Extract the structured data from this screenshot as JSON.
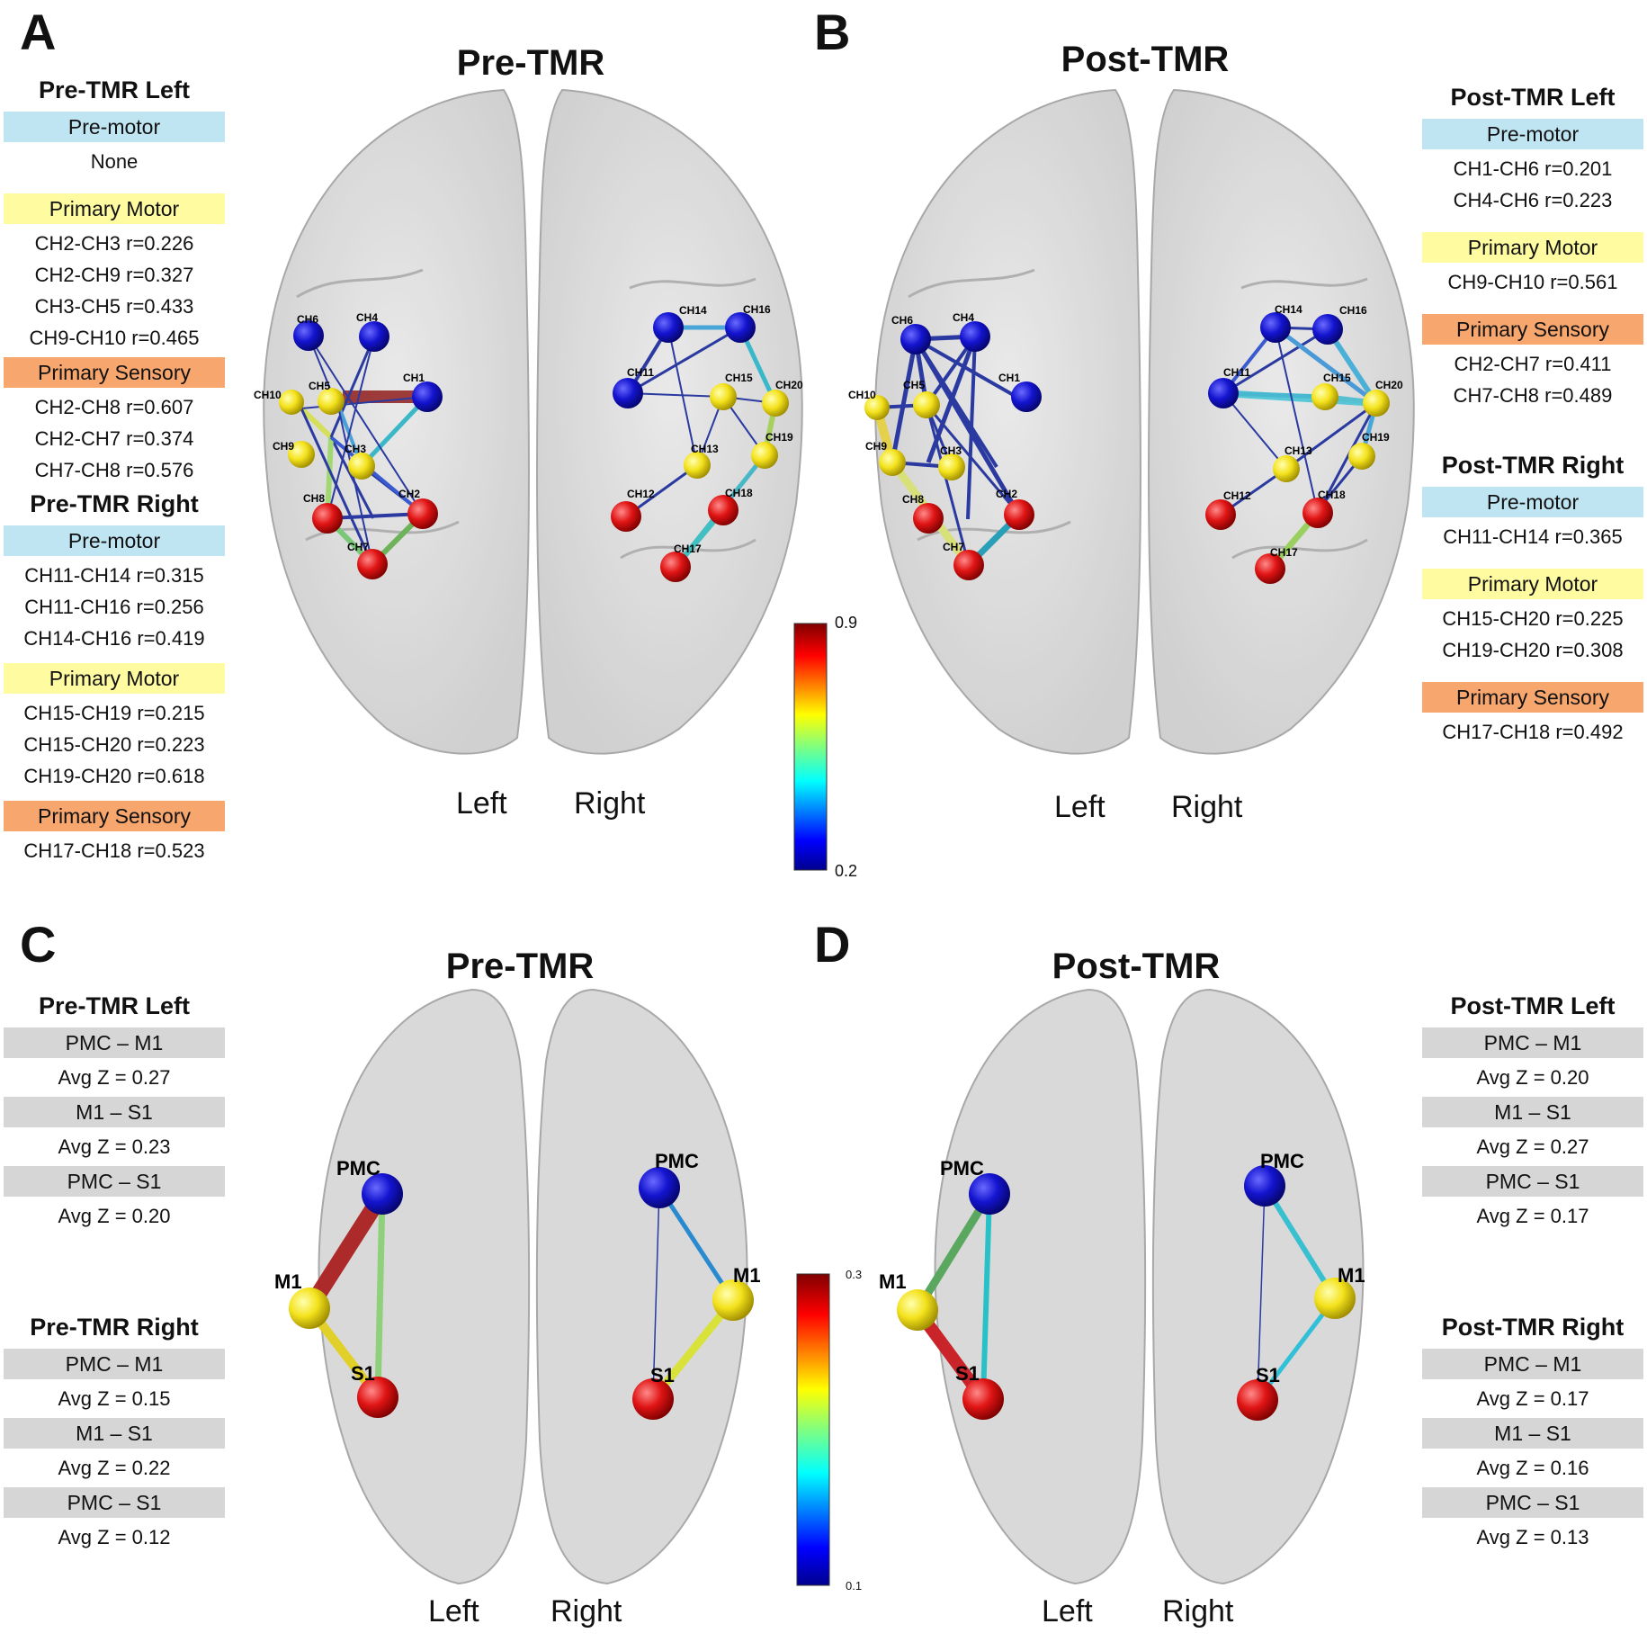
{
  "panels": {
    "A": {
      "letter": "A",
      "title": "Pre-TMR",
      "left_label": "Left",
      "right_label": "Right",
      "left_header": "Pre-TMR Left",
      "left_sections": [
        {
          "name": "Pre-motor",
          "color": "#bfe4f2",
          "rows": [
            "None"
          ]
        },
        {
          "name": "Primary Motor",
          "color": "#fefba0",
          "rows": [
            "CH2-CH3 r=0.226",
            "CH2-CH9 r=0.327",
            "CH3-CH5 r=0.433",
            "CH9-CH10 r=0.465"
          ]
        },
        {
          "name": "Primary Sensory",
          "color": "#f7a66e",
          "rows": [
            "CH2-CH8 r=0.607",
            "CH2-CH7 r=0.374",
            "CH7-CH8 r=0.576"
          ]
        }
      ],
      "right_header": "Pre-TMR Right",
      "right_sections": [
        {
          "name": "Pre-motor",
          "color": "#bfe4f2",
          "rows": [
            "CH11-CH14 r=0.315",
            "CH11-CH16 r=0.256",
            "CH14-CH16 r=0.419"
          ]
        },
        {
          "name": "Primary Motor",
          "color": "#fefba0",
          "rows": [
            "CH15-CH19 r=0.215",
            "CH15-CH20 r=0.223",
            "CH19-CH20 r=0.618"
          ]
        },
        {
          "name": "Primary Sensory",
          "color": "#f7a66e",
          "rows": [
            "CH17-CH18 r=0.523"
          ]
        }
      ]
    },
    "B": {
      "letter": "B",
      "title": "Post-TMR",
      "left_label": "Left",
      "right_label": "Right",
      "left_header": "Post-TMR Left",
      "left_sections": [
        {
          "name": "Pre-motor",
          "color": "#bfe4f2",
          "rows": [
            "CH1-CH6 r=0.201",
            "CH4-CH6 r=0.223"
          ]
        },
        {
          "name": "Primary Motor",
          "color": "#fefba0",
          "rows": [
            "CH9-CH10 r=0.561"
          ]
        },
        {
          "name": "Primary Sensory",
          "color": "#f7a66e",
          "rows": [
            "CH2-CH7 r=0.411",
            "CH7-CH8 r=0.489"
          ]
        }
      ],
      "right_header": "Post-TMR Right",
      "right_sections": [
        {
          "name": "Pre-motor",
          "color": "#bfe4f2",
          "rows": [
            "CH11-CH14 r=0.365"
          ]
        },
        {
          "name": "Primary Motor",
          "color": "#fefba0",
          "rows": [
            "CH15-CH20 r=0.225",
            "CH19-CH20 r=0.308"
          ]
        },
        {
          "name": "Primary Sensory",
          "color": "#f7a66e",
          "rows": [
            "CH17-CH18 r=0.492"
          ]
        }
      ]
    },
    "C": {
      "letter": "C",
      "title": "Pre-TMR",
      "left_label": "Left",
      "right_label": "Right",
      "left_header": "Pre-TMR Left",
      "left_rows": [
        {
          "pair": "PMC – M1",
          "value": "Avg Z = 0.27"
        },
        {
          "pair": "M1 – S1",
          "value": "Avg Z = 0.23"
        },
        {
          "pair": "PMC – S1",
          "value": "Avg Z = 0.20"
        }
      ],
      "right_header": "Pre-TMR Right",
      "right_rows": [
        {
          "pair": "PMC – M1",
          "value": "Avg Z = 0.15"
        },
        {
          "pair": "M1 – S1",
          "value": "Avg Z = 0.22"
        },
        {
          "pair": "PMC – S1",
          "value": "Avg Z = 0.12"
        }
      ]
    },
    "D": {
      "letter": "D",
      "title": "Post-TMR",
      "left_label": "Left",
      "right_label": "Right",
      "left_header": "Post-TMR Left",
      "left_rows": [
        {
          "pair": "PMC – M1",
          "value": "Avg Z = 0.20"
        },
        {
          "pair": "M1 – S1",
          "value": "Avg Z = 0.27"
        },
        {
          "pair": "PMC – S1",
          "value": "Avg Z = 0.17"
        }
      ],
      "right_header": "Post-TMR Right",
      "right_rows": [
        {
          "pair": "PMC – M1",
          "value": "Avg Z = 0.17"
        },
        {
          "pair": "M1 – S1",
          "value": "Avg Z = 0.16"
        },
        {
          "pair": "PMC – S1",
          "value": "Avg Z = 0.13"
        }
      ]
    }
  },
  "colorbars": {
    "top": {
      "max": "0.9",
      "min": "0.2"
    },
    "bottom": {
      "max": "0.3",
      "min": "0.1"
    }
  },
  "node_labels": {
    "channels": [
      "CH1",
      "CH2",
      "CH3",
      "CH4",
      "CH5",
      "CH6",
      "CH7",
      "CH8",
      "CH9",
      "CH10",
      "CH11",
      "CH12",
      "CH13",
      "CH14",
      "CH15",
      "CH16",
      "CH17",
      "CH18",
      "CH19",
      "CH20"
    ],
    "regions": [
      "PMC",
      "M1",
      "S1"
    ]
  },
  "node_colors": {
    "premotor": "#1010c8",
    "motor": "#f2e21a",
    "sensory": "#e01414"
  }
}
